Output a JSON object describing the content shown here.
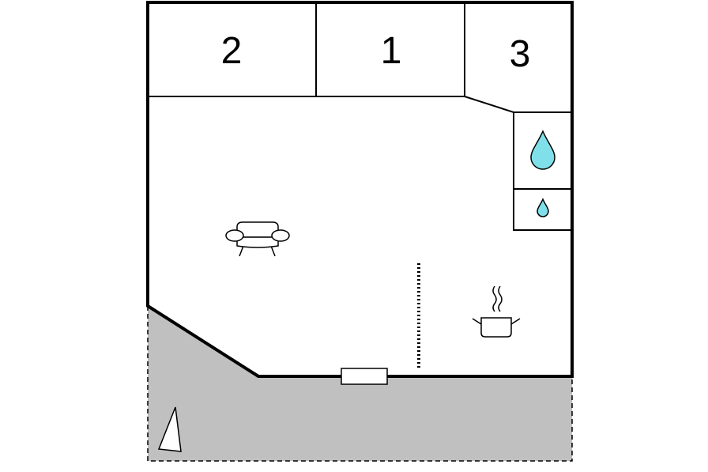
{
  "rooms": [
    {
      "id": "bedroom-2",
      "label": "2"
    },
    {
      "id": "bedroom-1",
      "label": "1"
    },
    {
      "id": "bedroom-3",
      "label": "3"
    }
  ],
  "colors": {
    "wall": "#000000",
    "floor": "#ffffff",
    "terrace": "#c0c0c0",
    "water": "#7fe0ea"
  },
  "icons": {
    "living": "armchair-icon",
    "kitchen": "cooking-pot-icon",
    "bathroom": "water-drop-large-icon",
    "wc": "water-drop-small-icon",
    "orientation": "north-arrow-icon"
  }
}
